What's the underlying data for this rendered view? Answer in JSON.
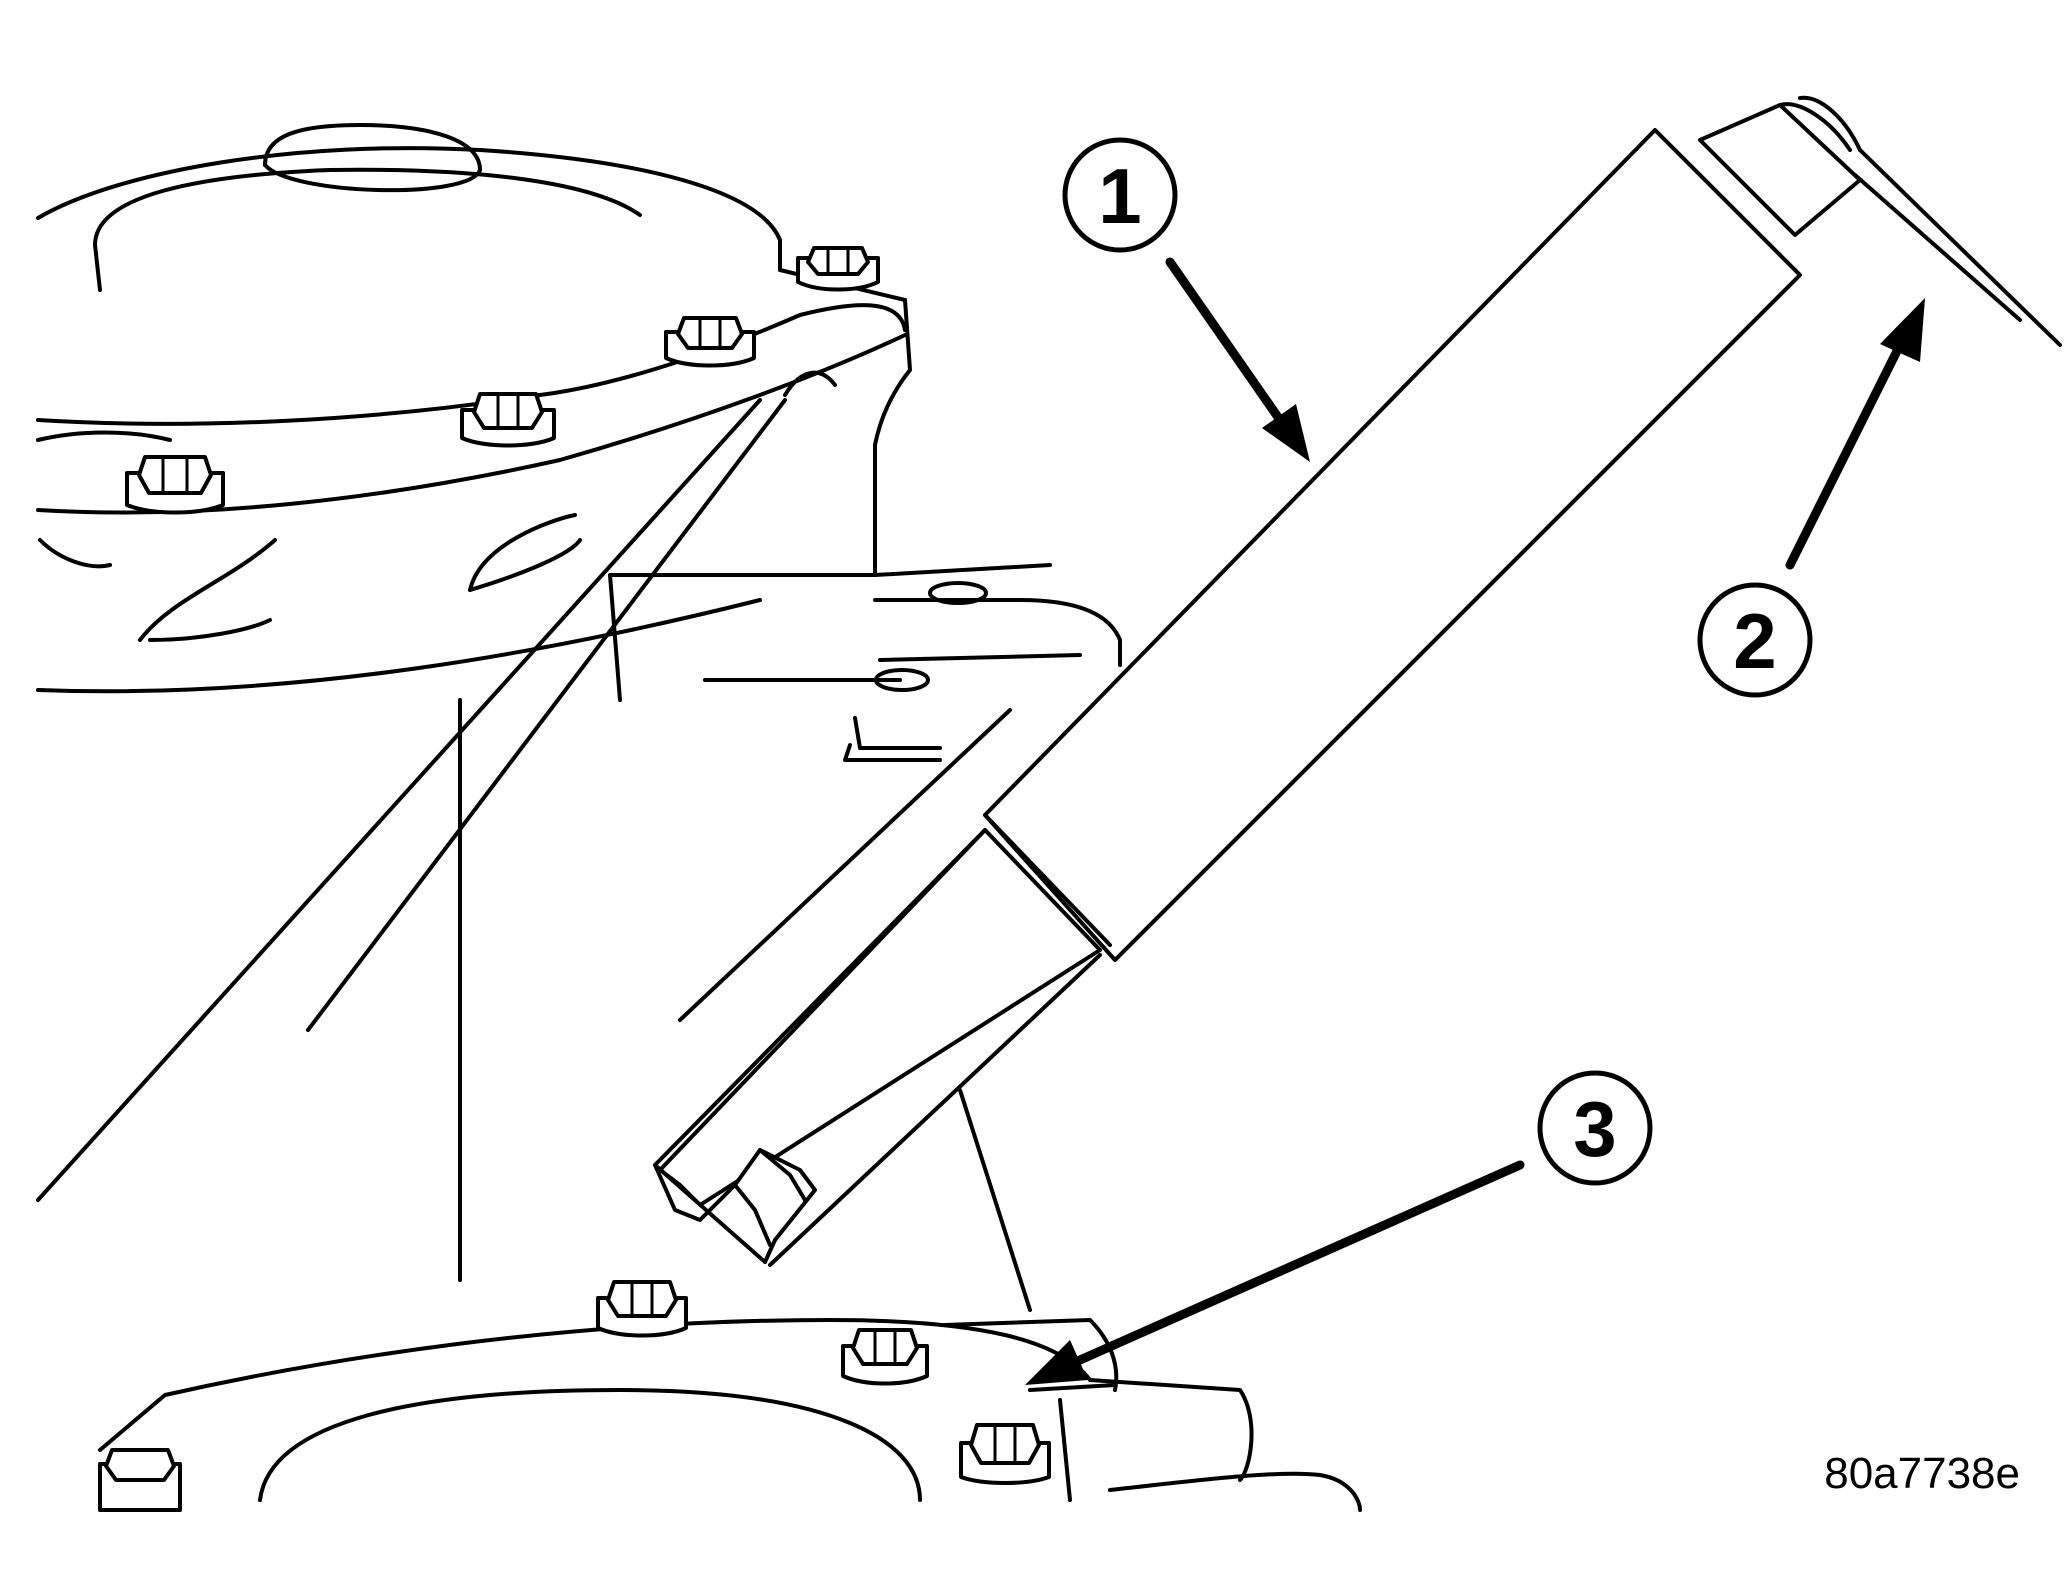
{
  "callouts": [
    {
      "label": "1"
    },
    {
      "label": "2"
    },
    {
      "label": "3"
    }
  ],
  "figure_id": "80a7738e",
  "colors": {
    "line": "#000000",
    "background": "#ffffff"
  }
}
